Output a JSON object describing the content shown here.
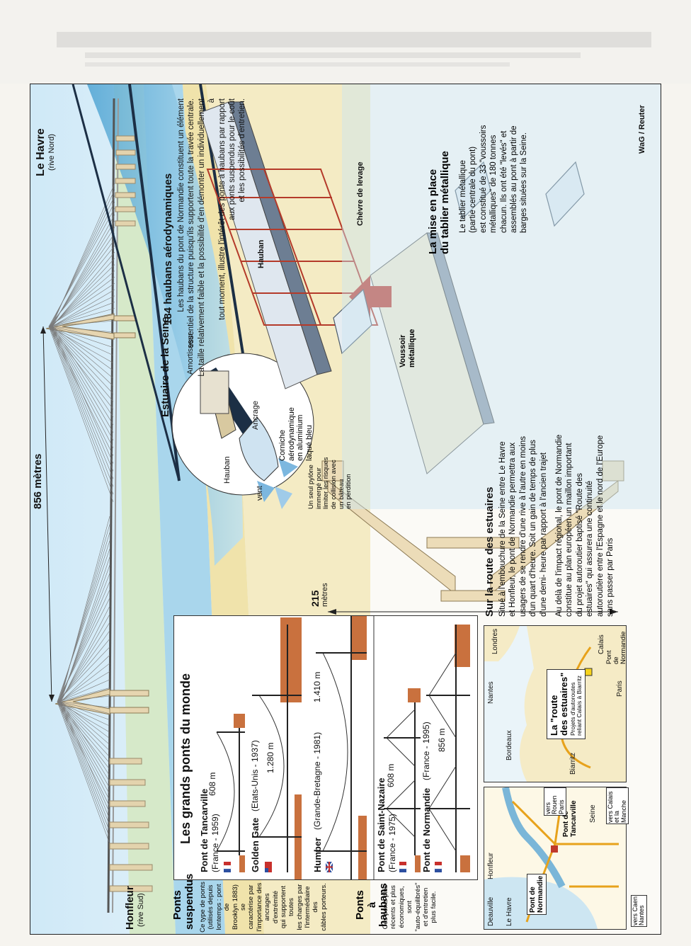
{
  "colors": {
    "sky": "#9fd0ec",
    "water": "#6fb6d9",
    "sand": "#e9d89b",
    "pylon": "#e6d5b0",
    "red": "#c0392b",
    "dark": "#1b2a3a"
  },
  "credit": "WaG / Reuter",
  "main": {
    "title_span": "856 mètres",
    "le_havre": "Le Havre",
    "le_havre_sub": "(rive Nord)",
    "honfleur": "Honfleur",
    "honfleur_sub": "(rive Sud)",
    "estuary": "Estuaire de la Seine"
  },
  "haubans": {
    "title": "184 haubans aérodynamiques",
    "text": [
      "Les haubans du pont de Normandie constituent un élément",
      "essentiel de la structure puisqu'ils supportent toute la travée centrale.",
      "La taille relativement faible et la possibilité d'en démonter un individuellement à",
      "tout moment, illustre l'intérêt des ponts à haubans par rapport",
      "aux ponts suspendus pour le coût",
      "et les possibilités d'entretien."
    ],
    "amortisseur": "Amortisseur",
    "hauban": "Hauban",
    "ancrage": "Ancrage",
    "vent": "vent",
    "corniche": [
      "Corniche",
      "aérodynamique",
      "en aluminium",
      "laqué bleu"
    ]
  },
  "pylone": {
    "height_num": "215",
    "height_unit": "mètres",
    "note": [
      "Un seul pylône",
      "immergé pour",
      "limiter les risques",
      "de collision avec",
      "un bâteau",
      "en perdition"
    ]
  },
  "tablier": {
    "hauban": "Hauban",
    "chevre": "Chèvre de levage",
    "voussoir": [
      "Voussoir",
      "métallique"
    ],
    "title": [
      "La mise en place",
      "du tablier métallique"
    ],
    "text": [
      "Le tablier métallique",
      "(partie centrale du pont)",
      "est  constitué de 33 \"voussoirs",
      "métalliques\" de 180 tonnes",
      "chacun. Ils ont été \"levés\" et",
      "assemblés au pont à partir de",
      "barges situées sur la Seine."
    ]
  },
  "grands_ponts": {
    "title": "Les grands ponts du monde",
    "suspendus_title": [
      "Ponts",
      "suspendus"
    ],
    "suspendus_text": [
      "Ce type de ponts",
      "(utilisés depuis",
      "lontemps : pont de",
      "Brooklyn 1883) se",
      "caractérise par",
      "l'importance des",
      "ancrages d'extrémité",
      "qui supportent toutes",
      "les charges par",
      "l'intermédiaire des",
      "câbles porteurs."
    ],
    "haubans_title": [
      "Ponts",
      "à haubans"
    ],
    "haubans_text": [
      "Ces ponts plus",
      "récents et plus",
      "économiques, sont",
      "\"auto-équilibrés\"",
      "et d'entretien",
      "plus facile."
    ],
    "bridges": [
      {
        "name": "Pont de Tancarville",
        "info": "(France - 1959)",
        "span": "608 m"
      },
      {
        "name": "Golden Gate",
        "info": "(Etats-Unis - 1937)",
        "span": "1.280 m"
      },
      {
        "name": "Humber",
        "info": "(Grande-Bretagne - 1981)",
        "span": "1.410 m"
      },
      {
        "name": "Pont de Saint-Nazaire",
        "info": "(France - 1975)",
        "span": "608 m"
      },
      {
        "name": "Pont de Normandie",
        "info": "(France - 1995)",
        "span": "856 m"
      }
    ]
  },
  "route": {
    "title": "Sur la route des estuaires",
    "p1": [
      "Situé à l'embouchure de la Seine entre Le Havre",
      "et Honfleur, le pont de Normandie permettra aux",
      "usagers de se rendre d'une rive à l'autre en moins",
      "d'un quart d'heure. Soit un gain de temps de plus",
      "d'une demi- heure par rapport à l'ancien trajet"
    ],
    "p2": [
      "Au delà de l'impact régional, le pont de Normandie",
      "constitue au plan européen un maillon important",
      "du projet autoroutier baptisé \"Route des",
      "estuaires\" qui assurera une continuité",
      "autoroutière entre l'Espagne et le nord de l'Europe",
      "sans passer par Paris"
    ]
  },
  "map_local": {
    "pont_normandie": [
      "Pont de",
      "Normandie"
    ],
    "pont_tancarville": [
      "Pont de",
      "Tancarville"
    ],
    "le_havre": "Le Havre",
    "deauville": "Deauville",
    "honfleur": "Honfleur",
    "seine": "Seine",
    "vers_calais": [
      "vers Calais",
      "et la Manche"
    ],
    "vers_rouen": [
      "vers Rouen",
      "Paris"
    ],
    "vers_caen": [
      "vers Caen",
      "Nantes"
    ]
  },
  "map_europe": {
    "londres": "Londres",
    "calais": "Calais",
    "pont_normandie": [
      "Pont",
      "de Normandie"
    ],
    "paris": "Paris",
    "nantes": "Nantes",
    "bordeaux": "Bordeaux",
    "biarritz": "Biarritz",
    "route_title": [
      "La \"route",
      "des estuaires\""
    ],
    "route_sub": [
      "Projets d'autoroutes",
      "reliant Calais à Biarritz"
    ]
  }
}
